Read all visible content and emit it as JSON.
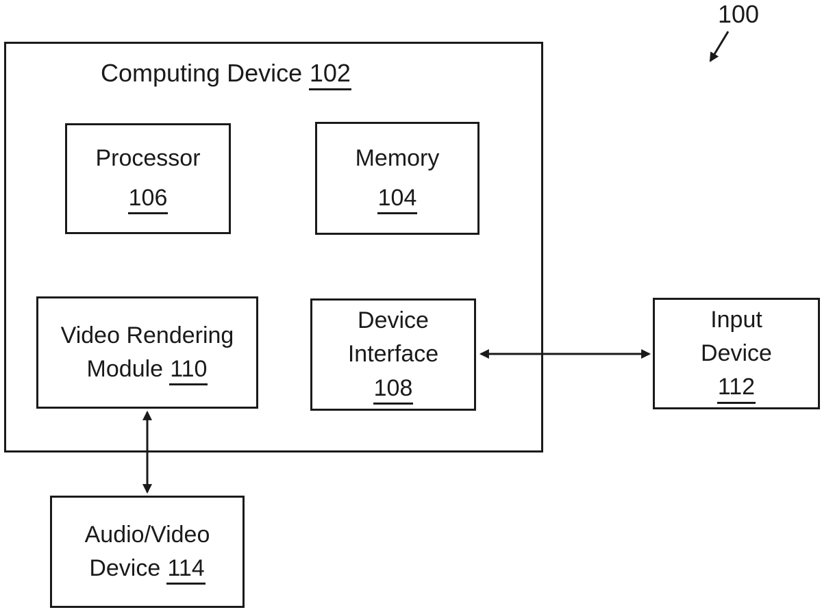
{
  "figure_label": {
    "ref": "100"
  },
  "computing_device": {
    "label": "Computing Device",
    "ref": "102"
  },
  "boxes": {
    "processor": {
      "line1": "Processor",
      "ref": "106"
    },
    "memory": {
      "line1": "Memory",
      "ref": "104"
    },
    "video_rendering_module": {
      "line1": "Video Rendering",
      "line2": "Module",
      "ref": "110"
    },
    "device_interface": {
      "line1": "Device",
      "line2": "Interface",
      "ref": "108"
    },
    "input_device": {
      "line1": "Input",
      "line2": "Device",
      "ref": "112"
    },
    "audio_video_device": {
      "line1": "Audio/Video",
      "line2": "Device",
      "ref": "114"
    }
  },
  "connections": [
    {
      "from": "device_interface",
      "to": "input_device",
      "type": "bidirectional-arrow"
    },
    {
      "from": "video_rendering_module",
      "to": "audio_video_device",
      "type": "bidirectional-arrow"
    },
    {
      "from": "figure_label",
      "to": "computing_device",
      "type": "pointer-arrow"
    }
  ],
  "colors": {
    "ink": "#1a1a1a",
    "background": "#ffffff"
  }
}
